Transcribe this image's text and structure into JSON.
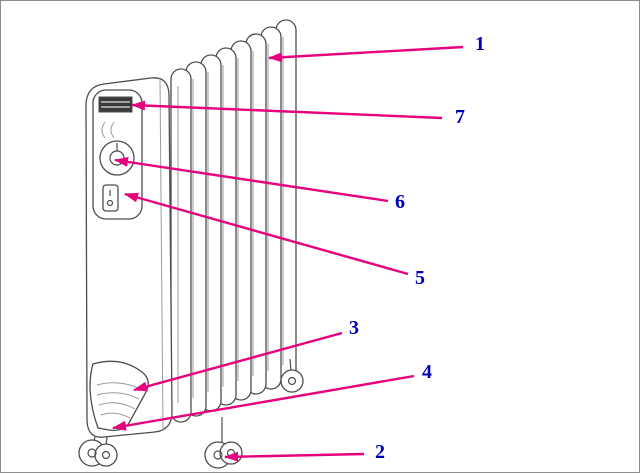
{
  "figure": {
    "type": "diagram",
    "subject": "oil-filled radiator heater numbered parts diagram",
    "callouts": [
      {
        "label": "1"
      },
      {
        "label": "2"
      },
      {
        "label": "3"
      },
      {
        "label": "4"
      },
      {
        "label": "5"
      },
      {
        "label": "6"
      },
      {
        "label": "7"
      }
    ],
    "colors": {
      "arrow": "#e6007e",
      "label_text": "#0000bb",
      "line_art": "#4d4d4d",
      "line_art_light": "#9b9b9b",
      "background": "#ffffff",
      "border": "#8c8c8c"
    }
  }
}
